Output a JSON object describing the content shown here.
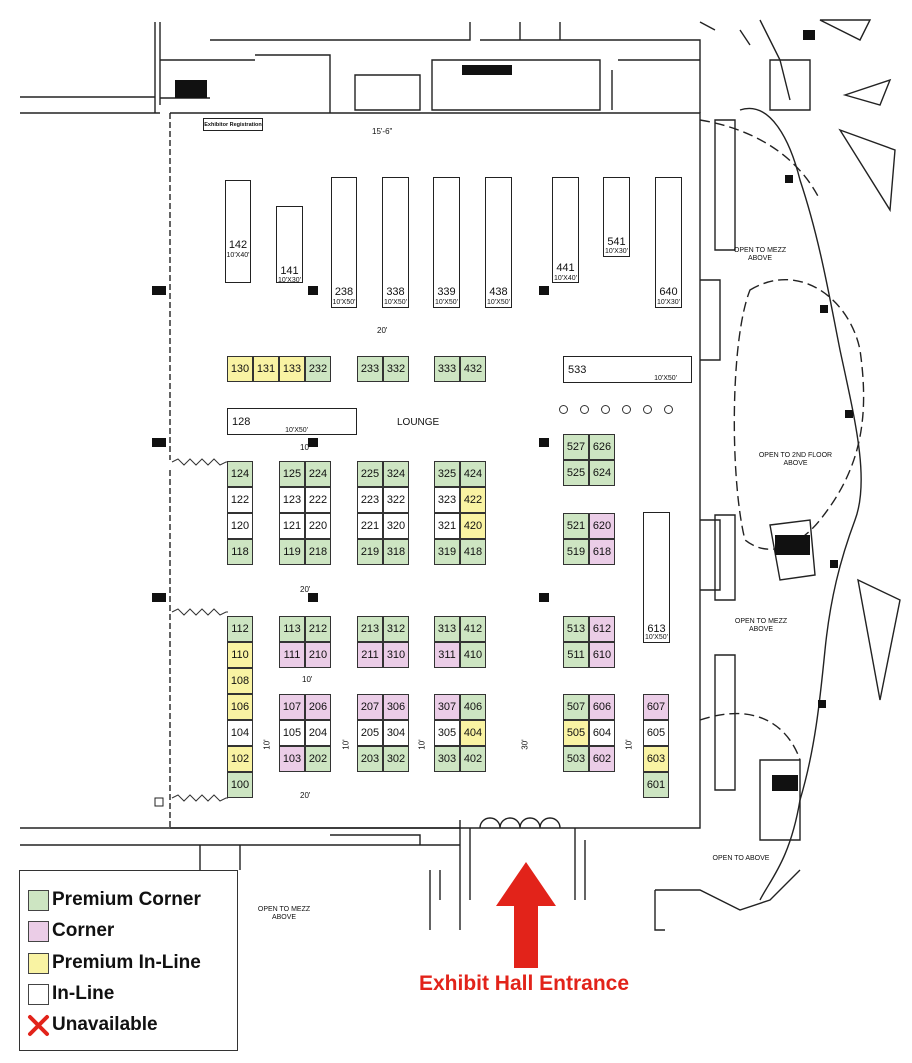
{
  "legend": {
    "items": [
      {
        "label": "Premium Corner",
        "color": "#cde5c2"
      },
      {
        "label": "Corner",
        "color": "#ebcde7"
      },
      {
        "label": "Premium In-Line",
        "color": "#f9f3a3"
      },
      {
        "label": "In-Line",
        "color": "#ffffff"
      },
      {
        "label": "Unavailable",
        "color": "#e2231a"
      }
    ]
  },
  "entrance_label": "Exhibit Hall Entrance",
  "registration_label": "Exhibitor Registration",
  "lounge_label": "LOUNGE",
  "areas": {
    "mezz_top": "OPEN TO MEZZ ABOVE",
    "second_floor": "OPEN TO 2ND FLOOR ABOVE",
    "mezz_mid": "OPEN TO MEZZ ABOVE",
    "open_above": "OPEN TO ABOVE",
    "mezz_bottom": "OPEN TO MEZZ ABOVE"
  },
  "dimensions": {
    "top": "15'-6\"",
    "row1": "20'",
    "lounge": "10'",
    "mid": "20'",
    "upper_small": "10'",
    "bottom": "20'",
    "v1": "10'",
    "v2": "10'",
    "v3": "10'",
    "v4": "30'",
    "v5": "10'"
  },
  "large_booths": [
    {
      "number": "142",
      "size": "10'X40'"
    },
    {
      "number": "141",
      "size": "10'X30'"
    },
    {
      "number": "238",
      "size": "10'X50'"
    },
    {
      "number": "338",
      "size": "10'X50'"
    },
    {
      "number": "339",
      "size": "10'X50'"
    },
    {
      "number": "438",
      "size": "10'X50'"
    },
    {
      "number": "441",
      "size": "10'X40'"
    },
    {
      "number": "541",
      "size": "10'X30'"
    },
    {
      "number": "640",
      "size": "10'X30'"
    },
    {
      "number": "533",
      "size": "10'X50'"
    },
    {
      "number": "128",
      "size": "10'X50'"
    },
    {
      "number": "613",
      "size": "10'X50'"
    }
  ],
  "booths": [
    {
      "number": "130",
      "type": "premium-inline"
    },
    {
      "number": "131",
      "type": "premium-inline"
    },
    {
      "number": "133",
      "type": "premium-inline"
    },
    {
      "number": "232",
      "type": "premium-corner"
    },
    {
      "number": "233",
      "type": "premium-corner"
    },
    {
      "number": "332",
      "type": "premium-corner"
    },
    {
      "number": "333",
      "type": "premium-corner"
    },
    {
      "number": "432",
      "type": "premium-corner"
    },
    {
      "number": "527",
      "type": "premium-corner"
    },
    {
      "number": "626",
      "type": "premium-corner"
    },
    {
      "number": "525",
      "type": "premium-corner"
    },
    {
      "number": "624",
      "type": "premium-corner"
    },
    {
      "number": "124",
      "type": "premium-corner"
    },
    {
      "number": "122",
      "type": "inline"
    },
    {
      "number": "120",
      "type": "inline"
    },
    {
      "number": "118",
      "type": "premium-corner"
    },
    {
      "number": "125",
      "type": "premium-corner"
    },
    {
      "number": "224",
      "type": "premium-corner"
    },
    {
      "number": "123",
      "type": "inline"
    },
    {
      "number": "222",
      "type": "inline"
    },
    {
      "number": "121",
      "type": "inline"
    },
    {
      "number": "220",
      "type": "inline"
    },
    {
      "number": "119",
      "type": "premium-corner"
    },
    {
      "number": "218",
      "type": "premium-corner"
    },
    {
      "number": "225",
      "type": "premium-corner"
    },
    {
      "number": "324",
      "type": "premium-corner"
    },
    {
      "number": "223",
      "type": "inline"
    },
    {
      "number": "322",
      "type": "inline"
    },
    {
      "number": "221",
      "type": "inline"
    },
    {
      "number": "320",
      "type": "inline"
    },
    {
      "number": "219",
      "type": "premium-corner"
    },
    {
      "number": "318",
      "type": "premium-corner"
    },
    {
      "number": "325",
      "type": "premium-corner"
    },
    {
      "number": "424",
      "type": "premium-corner"
    },
    {
      "number": "323",
      "type": "inline"
    },
    {
      "number": "422",
      "type": "premium-inline"
    },
    {
      "number": "321",
      "type": "inline"
    },
    {
      "number": "420",
      "type": "premium-inline"
    },
    {
      "number": "319",
      "type": "premium-corner"
    },
    {
      "number": "418",
      "type": "premium-corner"
    },
    {
      "number": "521",
      "type": "premium-corner"
    },
    {
      "number": "620",
      "type": "corner"
    },
    {
      "number": "519",
      "type": "premium-corner"
    },
    {
      "number": "618",
      "type": "corner"
    },
    {
      "number": "112",
      "type": "premium-corner"
    },
    {
      "number": "110",
      "type": "premium-inline"
    },
    {
      "number": "108",
      "type": "premium-inline"
    },
    {
      "number": "106",
      "type": "premium-inline"
    },
    {
      "number": "104",
      "type": "inline"
    },
    {
      "number": "102",
      "type": "premium-inline"
    },
    {
      "number": "100",
      "type": "premium-corner"
    },
    {
      "number": "113",
      "type": "premium-corner"
    },
    {
      "number": "212",
      "type": "premium-corner"
    },
    {
      "number": "111",
      "type": "corner"
    },
    {
      "number": "210",
      "type": "corner"
    },
    {
      "number": "213",
      "type": "premium-corner"
    },
    {
      "number": "312",
      "type": "premium-corner"
    },
    {
      "number": "211",
      "type": "corner"
    },
    {
      "number": "310",
      "type": "corner"
    },
    {
      "number": "313",
      "type": "premium-corner"
    },
    {
      "number": "412",
      "type": "premium-corner"
    },
    {
      "number": "311",
      "type": "corner"
    },
    {
      "number": "410",
      "type": "premium-corner"
    },
    {
      "number": "513",
      "type": "premium-corner"
    },
    {
      "number": "612",
      "type": "corner"
    },
    {
      "number": "511",
      "type": "premium-corner"
    },
    {
      "number": "610",
      "type": "corner"
    },
    {
      "number": "107",
      "type": "corner"
    },
    {
      "number": "206",
      "type": "corner"
    },
    {
      "number": "105",
      "type": "inline"
    },
    {
      "number": "204",
      "type": "inline"
    },
    {
      "number": "103",
      "type": "corner"
    },
    {
      "number": "202",
      "type": "premium-corner"
    },
    {
      "number": "207",
      "type": "corner"
    },
    {
      "number": "306",
      "type": "corner"
    },
    {
      "number": "205",
      "type": "inline"
    },
    {
      "number": "304",
      "type": "inline"
    },
    {
      "number": "203",
      "type": "premium-corner"
    },
    {
      "number": "302",
      "type": "premium-corner"
    },
    {
      "number": "307",
      "type": "corner"
    },
    {
      "number": "406",
      "type": "premium-corner"
    },
    {
      "number": "305",
      "type": "inline"
    },
    {
      "number": "404",
      "type": "premium-inline"
    },
    {
      "number": "303",
      "type": "premium-corner"
    },
    {
      "number": "402",
      "type": "premium-corner"
    },
    {
      "number": "507",
      "type": "premium-corner"
    },
    {
      "number": "606",
      "type": "corner"
    },
    {
      "number": "505",
      "type": "premium-inline"
    },
    {
      "number": "604",
      "type": "inline"
    },
    {
      "number": "503",
      "type": "premium-corner"
    },
    {
      "number": "602",
      "type": "corner"
    },
    {
      "number": "607",
      "type": "corner"
    },
    {
      "number": "605",
      "type": "inline"
    },
    {
      "number": "603",
      "type": "premium-inline"
    },
    {
      "number": "601",
      "type": "premium-corner"
    }
  ]
}
